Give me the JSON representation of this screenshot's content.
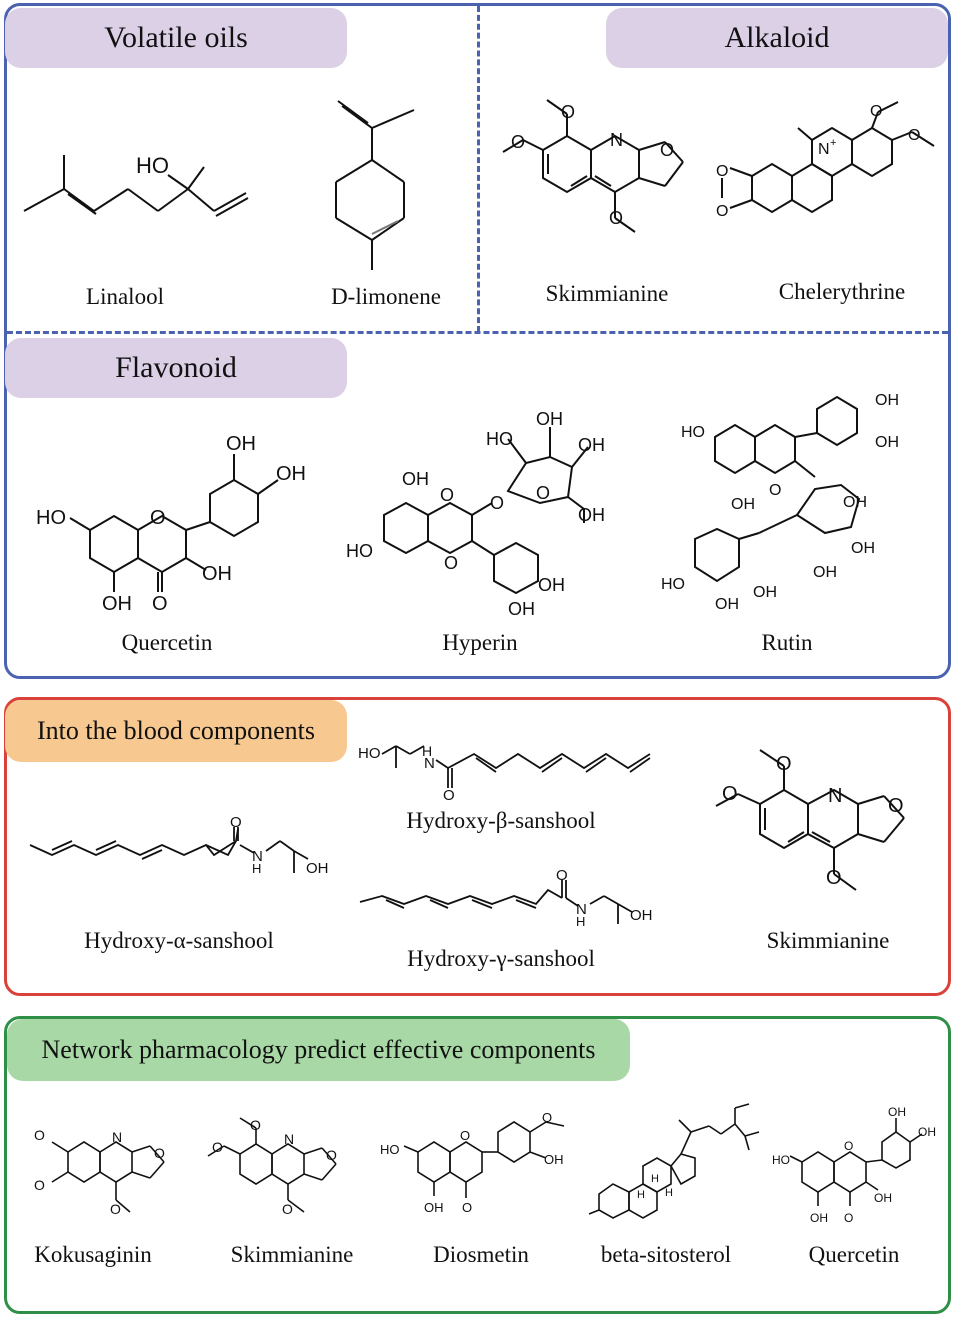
{
  "colors": {
    "blue_border": "#4a62b0",
    "red_border": "#d9423a",
    "green_border": "#2f8f47",
    "tab_purple": "#dcd0e6",
    "tab_orange": "#f7c88f",
    "tab_green": "#a8d8a6"
  },
  "sections": {
    "volatile_oils": {
      "title": "Volatile oils",
      "compounds": [
        "Linalool",
        "D-limonene"
      ]
    },
    "alkaloid": {
      "title": "Alkaloid",
      "compounds": [
        "Skimmianine",
        "Chelerythrine"
      ]
    },
    "flavonoid": {
      "title": "Flavonoid",
      "compounds": [
        "Quercetin",
        "Hyperin",
        "Rutin"
      ]
    },
    "blood": {
      "title": "Into the blood components",
      "compounds": [
        "Hydroxy-α-sanshool",
        "Hydroxy-β-sanshool",
        "Hydroxy-γ-sanshool",
        "Skimmianine"
      ]
    },
    "network": {
      "title": "Network pharmacology predict effective components",
      "compounds": [
        "Kokusaginin",
        "Skimmianine",
        "Diosmetin",
        "beta-sitosterol",
        "Quercetin"
      ]
    }
  }
}
